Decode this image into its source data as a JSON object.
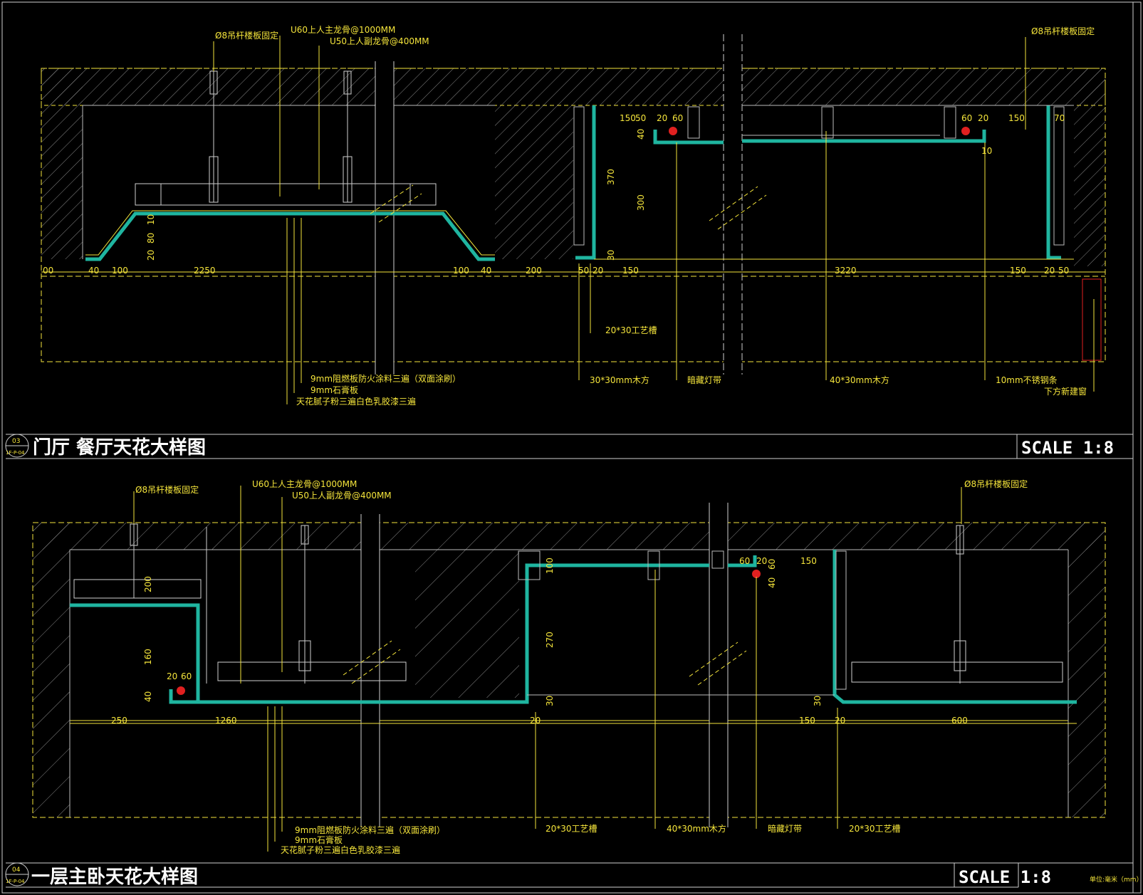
{
  "panels": [
    {
      "id": "03",
      "sheet": "1F-P-04",
      "title": "门厅  餐厅天花大样图",
      "scale": "SCALE   1:8",
      "top_labels": [
        "Ø8吊杆楼板固定",
        "U60上人主龙骨@1000MM",
        "U50上人副龙骨@400MM",
        "Ø8吊杆楼板固定"
      ],
      "bottom_labels": [
        "9mm阻燃板防火涂料三遍（双面涂刷）",
        "9mm石膏板",
        "天花腻子粉三遍白色乳胶漆三遍",
        "20*30工艺槽",
        "30*30mm木方",
        "暗藏灯带",
        "40*30mm木方",
        "10mm不锈钢条",
        "下方新建窗"
      ],
      "dims_bottom": [
        "00",
        "40",
        "100",
        "2250",
        "100",
        "40",
        "200",
        "50",
        "20",
        "150",
        "3220",
        "150",
        "20",
        "50"
      ],
      "dims_vertical": [
        "10",
        "80",
        "20",
        "370",
        "300",
        "30",
        "40",
        "10",
        "20",
        "60",
        "150",
        "50",
        "60",
        "20",
        "150",
        "70"
      ]
    },
    {
      "id": "04",
      "sheet": "1F-P-04",
      "title": "一层主卧天花大样图",
      "scale": "SCALE   1:8",
      "top_labels": [
        "Ø8吊杆楼板固定",
        "U60上人主龙骨@1000MM",
        "U50上人副龙骨@400MM",
        "Ø8吊杆楼板固定"
      ],
      "bottom_labels": [
        "9mm阻燃板防火涂料三遍（双面涂刷）",
        "9mm石膏板",
        "天花腻子粉三遍白色乳胶漆三遍",
        "20*30工艺槽",
        "40*30mm木方",
        "暗藏灯带",
        "20*30工艺槽"
      ],
      "dims_bottom": [
        "250",
        "1260",
        "20",
        "150",
        "20",
        "600"
      ],
      "dims_vertical": [
        "200",
        "160",
        "20",
        "60",
        "40",
        "100",
        "270",
        "30",
        "60",
        "20",
        "60",
        "40",
        "150",
        "30"
      ]
    }
  ],
  "footnote": "单位:毫米（mm）",
  "colors": {
    "background": "#000000",
    "outline": "#f5e53b",
    "board": "#1fb5a0",
    "hatch": "#7a7a7a",
    "frame": "#ffffff",
    "lamp": "#e02020"
  }
}
